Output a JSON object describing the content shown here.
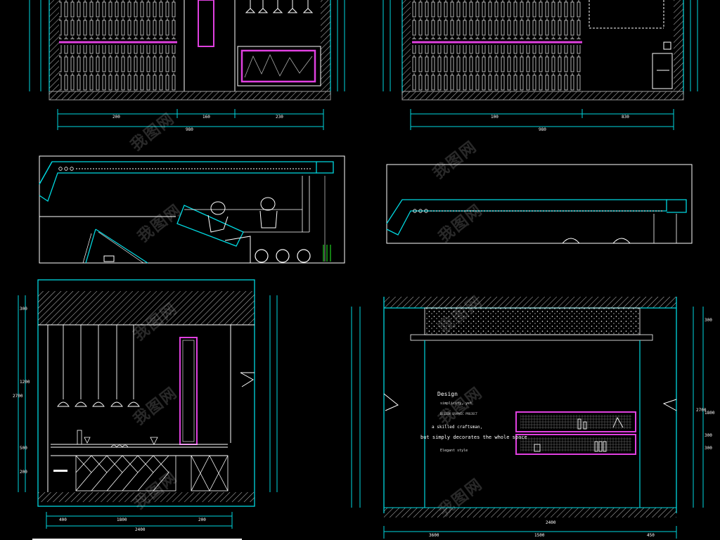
{
  "colors": {
    "background": "#000000",
    "line": "#ffffff",
    "cyan": "#00d8e0",
    "magenta": "#e040e0",
    "green": "#20d020",
    "gray": "#9a9a9a"
  },
  "watermark": {
    "text": "我图网"
  },
  "drawing": {
    "elev3_text": {
      "line1": "Design",
      "line2": "simplicity, yet",
      "line3": "DESIGN GRAPHIC PROJECT",
      "line4": "a skilled craftsman,",
      "line5": "but simply decorates the whole space",
      "line6": "Elegant style"
    }
  },
  "dimensions": {
    "elev1_bottom": [
      "200",
      "160",
      "230"
    ],
    "elev1_total": "980",
    "elev2_bottom": [
      "100",
      "830"
    ],
    "elev2_total": "980",
    "elev3_bottom": [
      "400",
      "1800",
      "200"
    ],
    "elev3_total": "2400",
    "elev4_bottom": [
      "3600",
      "1500",
      "450"
    ],
    "elev4_total": "2400",
    "elev3_left": [
      "300",
      "1200",
      "500",
      "200"
    ],
    "elev3_left_total": "2700",
    "elev4_right": [
      "300",
      "1800",
      "300",
      "300"
    ],
    "elev4_right_total": "2700"
  }
}
